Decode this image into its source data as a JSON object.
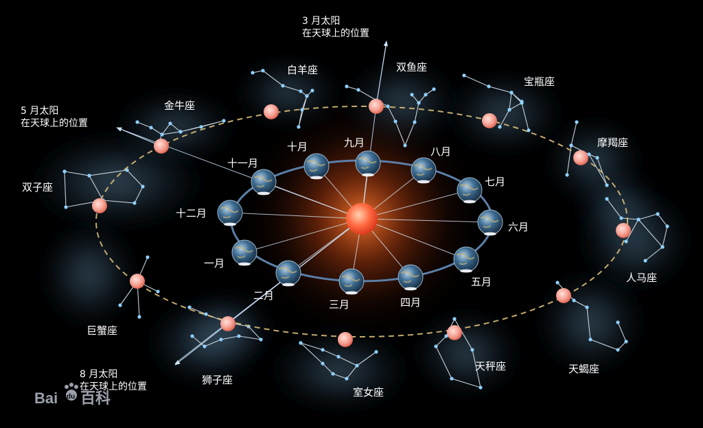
{
  "diagram": {
    "months": [
      "一月",
      "二月",
      "三月",
      "四月",
      "五月",
      "六月",
      "七月",
      "八月",
      "九月",
      "十月",
      "十一月",
      "十二月"
    ],
    "constellations": [
      "白羊座",
      "双鱼座",
      "宝瓶座",
      "金牛座",
      "摩羯座",
      "双子座",
      "人马座",
      "巨蟹座",
      "天蝎座",
      "天秤座",
      "狮子座",
      "室女座"
    ],
    "notes": [
      {
        "line1": "3 月太阳",
        "line2": "在天球上的位置"
      },
      {
        "line1": "5 月太阳",
        "line2": "在天球上的位置"
      },
      {
        "line1": "8 月太阳",
        "line2": "在天球上的位置"
      }
    ],
    "watermark": {
      "brand": "Bai",
      "paw": "du",
      "suffix": "百科"
    }
  },
  "colors": {
    "background": "#000000",
    "orbit": "#5b7fa8",
    "ecliptic": "#d9bf7a",
    "star": "#8fd0ff",
    "sun_core": "#ff9a78",
    "sun_marker": "#f5a097"
  }
}
